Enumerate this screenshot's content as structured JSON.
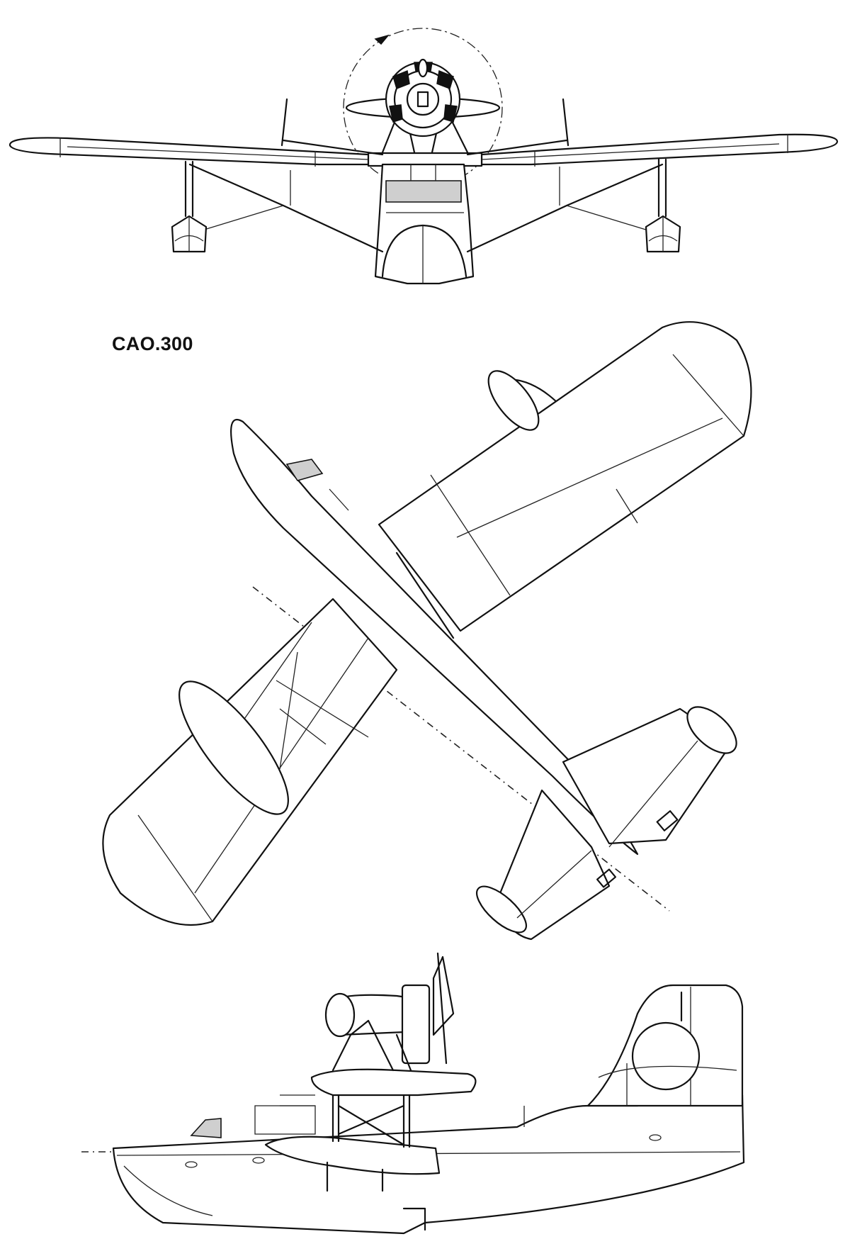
{
  "figure": {
    "caption": "CAO.300",
    "views": [
      {
        "name": "front-view"
      },
      {
        "name": "plan-view"
      },
      {
        "name": "side-view"
      }
    ]
  }
}
